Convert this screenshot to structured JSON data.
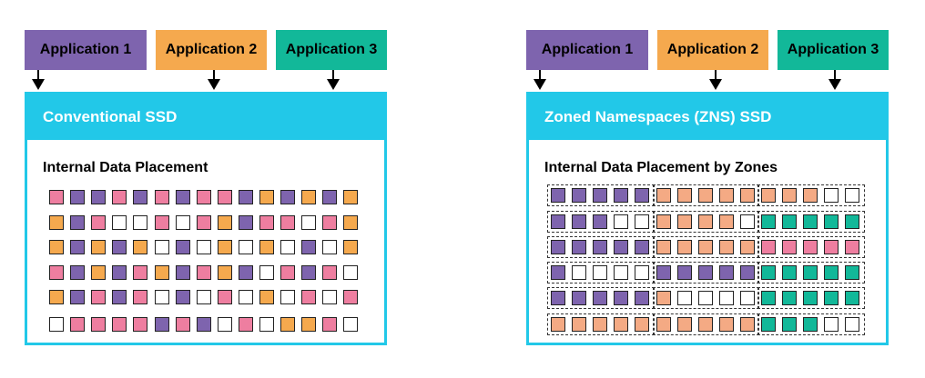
{
  "colors": {
    "purple": "#7e64ae",
    "orange": "#f5a94e",
    "teal": "#12b899",
    "cyan": "#22c8e8",
    "pink": "#ee7ea0",
    "salmon": "#f4aa84",
    "empty": "#ffffff"
  },
  "left": {
    "apps": [
      {
        "label": "Application 1",
        "color": "#7e64ae"
      },
      {
        "label": "Application 2",
        "color": "#f5a94e"
      },
      {
        "label": "Application 3",
        "color": "#12b899"
      }
    ],
    "title": "Conventional SSD",
    "subtitle": "Internal Data Placement",
    "grid": [
      "PUUPUPUPPUOUOUO",
      "OUPEEPEPOUPPEPO",
      "OUOUOEUEOEOEUEO",
      "PUOUPOUPOUEPUPE",
      "OUPUPEUEPEOEPEP",
      "EPPPPUPUEPEOOPE"
    ]
  },
  "right": {
    "apps": [
      {
        "label": "Application 1",
        "color": "#7e64ae"
      },
      {
        "label": "Application 2",
        "color": "#f5a94e"
      },
      {
        "label": "Application 3",
        "color": "#12b899"
      }
    ],
    "title": "Zoned Namespaces (ZNS) SSD",
    "subtitle": "Internal Data Placement by Zones",
    "grid": [
      "UUUUUSSSSSSSSEE",
      "UUUEESSSSETTTTT",
      "UUUUUSSSSSPPPPP",
      "UEEEEUUUUUTTTTT",
      "UUUUUSEEEETTTTT",
      "SSSSSSSSSSTTTEE"
    ]
  }
}
